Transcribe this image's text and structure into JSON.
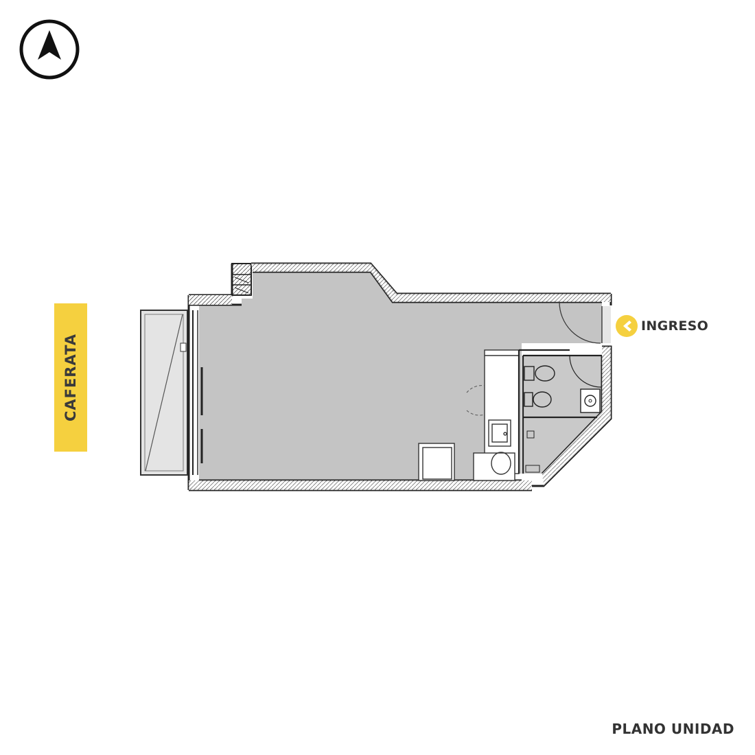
{
  "labels": {
    "street": "CAFERATA",
    "entrance": "INGRESO",
    "plan_title": "PLANO UNIDAD"
  },
  "icons": {
    "north": "north-arrow-icon",
    "entrance": "chevron-left-icon"
  },
  "colors": {
    "street_band": "#f5d03f",
    "entrance_badge": "#f5d03f",
    "interior_fill": "#c4c4c4",
    "wall": "#2b2b2b",
    "text": "#333333"
  }
}
